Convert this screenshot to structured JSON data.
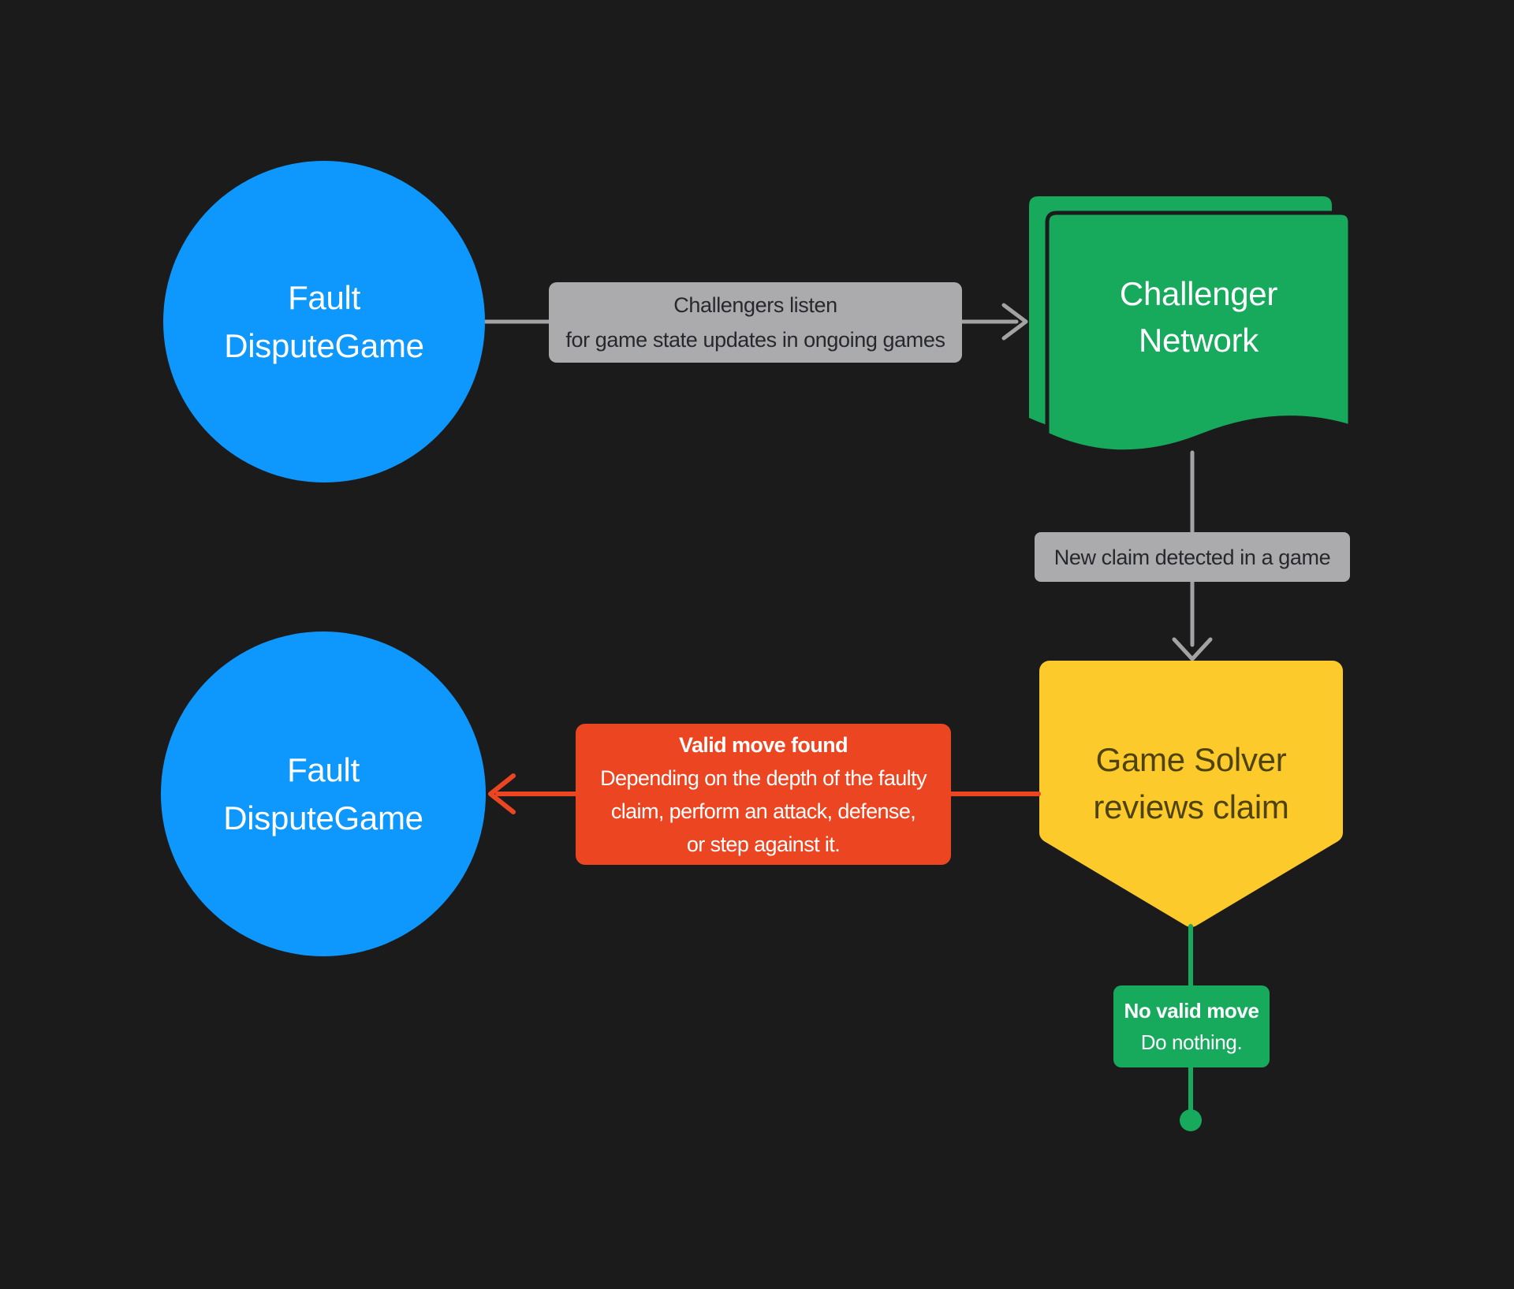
{
  "diagram": {
    "fault_dispute_game_top": {
      "line1": "Fault",
      "line2": "DisputeGame"
    },
    "listen_label": {
      "line1": "Challengers listen",
      "line2": "for game state updates in ongoing games"
    },
    "challenger_network": {
      "line1": "Challenger",
      "line2": "Network"
    },
    "new_claim_label": {
      "text": "New claim detected in a game"
    },
    "game_solver": {
      "line1": "Game Solver",
      "line2": "reviews claim"
    },
    "valid_move_label": {
      "title": "Valid move found",
      "line1": "Depending on the depth of the faulty",
      "line2": "claim, perform an attack, defense,",
      "line3": "or step against it."
    },
    "fault_dispute_game_bottom": {
      "line1": "Fault",
      "line2": "DisputeGame"
    },
    "no_valid_move_label": {
      "title": "No valid move",
      "body": "Do nothing."
    }
  },
  "colors": {
    "background": "#1B1B1C",
    "node_blue": "#0E98FD",
    "node_green": "#17AA5D",
    "node_yellow": "#FDCA2B",
    "label_red": "#EC4522",
    "label_gray": "#ABABAD",
    "connector_gray": "#A3A3A5",
    "text_dark": "#26282B",
    "text_on_yellow": "#4F430D",
    "text_white": "#FFFFFF"
  }
}
